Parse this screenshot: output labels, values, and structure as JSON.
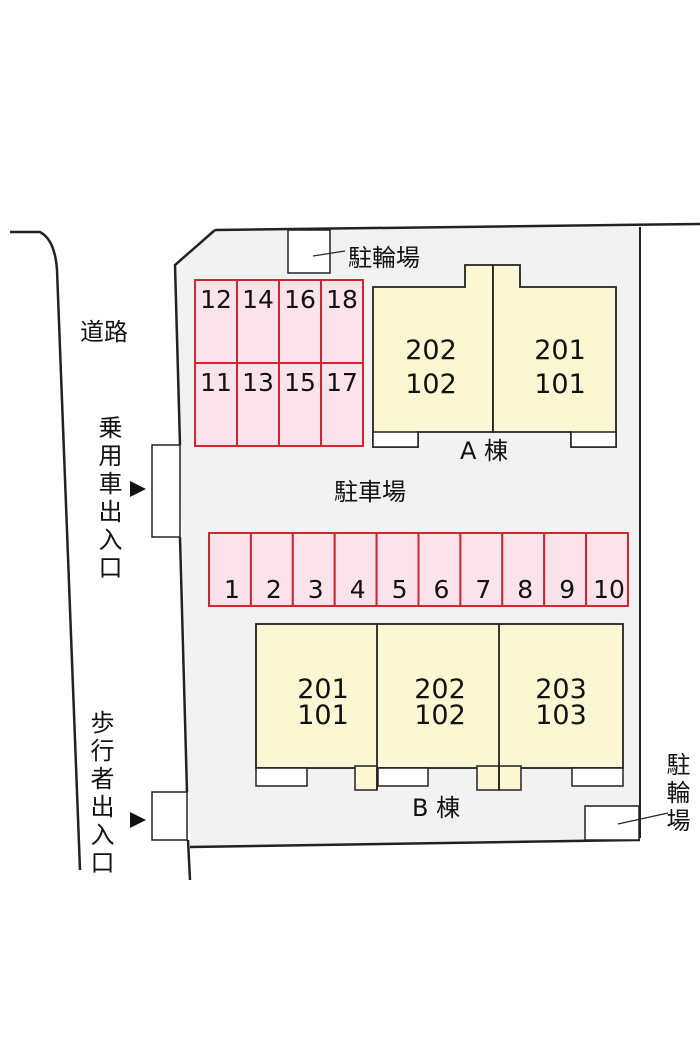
{
  "labels": {
    "road": "道路",
    "car_entrance": "乗用車出入口",
    "pedestrian_entrance": "歩行者出入口",
    "parking": "駐車場",
    "bike_parking_top": "駐輪場",
    "bike_parking_right": "駐輪場",
    "building_a": "A 棟",
    "building_b": "B 棟"
  },
  "parking_upper": {
    "top_row": [
      "12",
      "14",
      "16",
      "18"
    ],
    "bottom_row": [
      "11",
      "13",
      "15",
      "17"
    ]
  },
  "parking_lower": [
    "1",
    "2",
    "3",
    "4",
    "5",
    "6",
    "7",
    "8",
    "9",
    "10"
  ],
  "building_a_units": [
    {
      "upper": "202",
      "lower": "102"
    },
    {
      "upper": "201",
      "lower": "101"
    }
  ],
  "building_b_units": [
    {
      "upper": "201",
      "lower": "101"
    },
    {
      "upper": "202",
      "lower": "102"
    },
    {
      "upper": "203",
      "lower": "103"
    }
  ],
  "colors": {
    "lot": "#f2f2f2",
    "parking": "#fbe3ec",
    "parking_border": "#d0262e",
    "building": "#fbf7d2"
  }
}
